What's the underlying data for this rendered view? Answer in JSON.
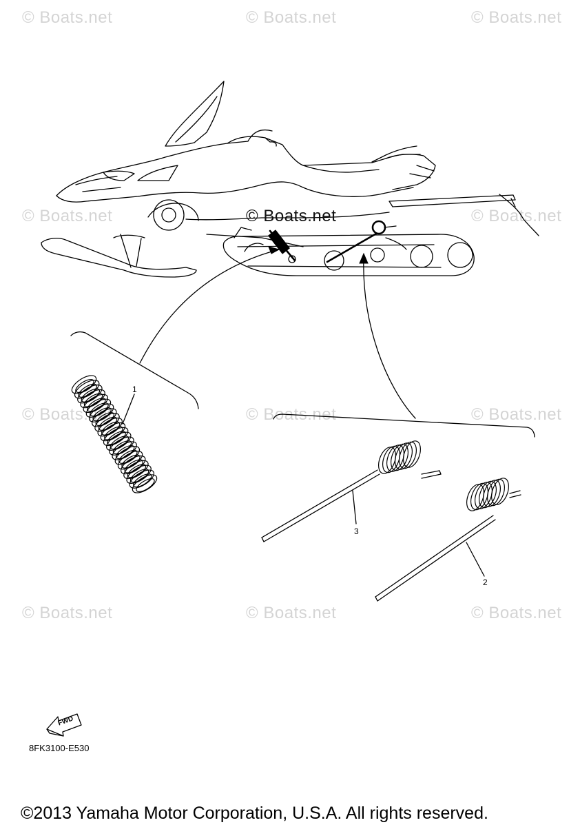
{
  "watermark": {
    "text": "© Boats.net",
    "color": "#d4d4d4"
  },
  "center_watermark": "© Boats.net",
  "callouts": {
    "part_1": "1",
    "part_2": "2",
    "part_3": "3"
  },
  "fwd_label": "FWD",
  "part_code": "8FK3100-E530",
  "copyright": "©2013 Yamaha Motor Corporation, U.S.A. All rights reserved."
}
